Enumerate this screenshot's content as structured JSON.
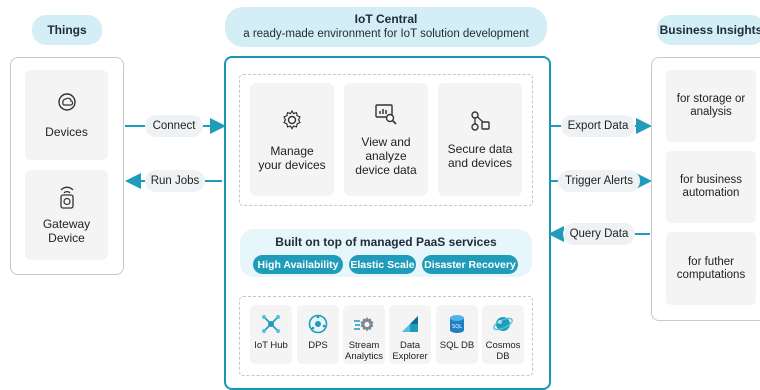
{
  "things": {
    "header": "Things",
    "items": [
      {
        "label": "Devices",
        "icon": "device-cloud-icon"
      },
      {
        "label": "Gateway Device",
        "icon": "gateway-icon"
      }
    ]
  },
  "iot_central": {
    "title": "IoT Central",
    "subtitle": "a ready-made environment for IoT solution development",
    "capabilities": [
      {
        "label": "Manage your devices",
        "icon": "gear-icon"
      },
      {
        "label": "View and analyze device data",
        "icon": "analytics-icon"
      },
      {
        "label": "Secure data and devices",
        "icon": "share-network-icon"
      }
    ],
    "paas_label": "Built on top of managed PaaS services",
    "paas_features": [
      "High Availability",
      "Elastic Scale",
      "Disaster Recovery"
    ],
    "services": [
      {
        "label": "IoT Hub",
        "icon": "iot-hub-icon"
      },
      {
        "label": "DPS",
        "icon": "dps-icon"
      },
      {
        "label": "Stream Analytics",
        "icon": "stream-analytics-icon"
      },
      {
        "label": "Data Explorer",
        "icon": "data-explorer-icon"
      },
      {
        "label": "SQL DB",
        "icon": "sql-db-icon"
      },
      {
        "label": "Cosmos DB",
        "icon": "cosmos-db-icon"
      }
    ]
  },
  "left_flows": {
    "connect": "Connect",
    "run_jobs": "Run Jobs"
  },
  "right_flows": {
    "export": "Export Data",
    "trigger": "Trigger Alerts",
    "query": "Query Data"
  },
  "business_insights": {
    "header": "Business Insights",
    "items": [
      "for storage or analysis",
      "for business automation",
      "for futher computations"
    ]
  },
  "colors": {
    "accent": "#1f9cba",
    "pill_bg": "#d3eef4",
    "card_bg": "#f4f4f4"
  }
}
